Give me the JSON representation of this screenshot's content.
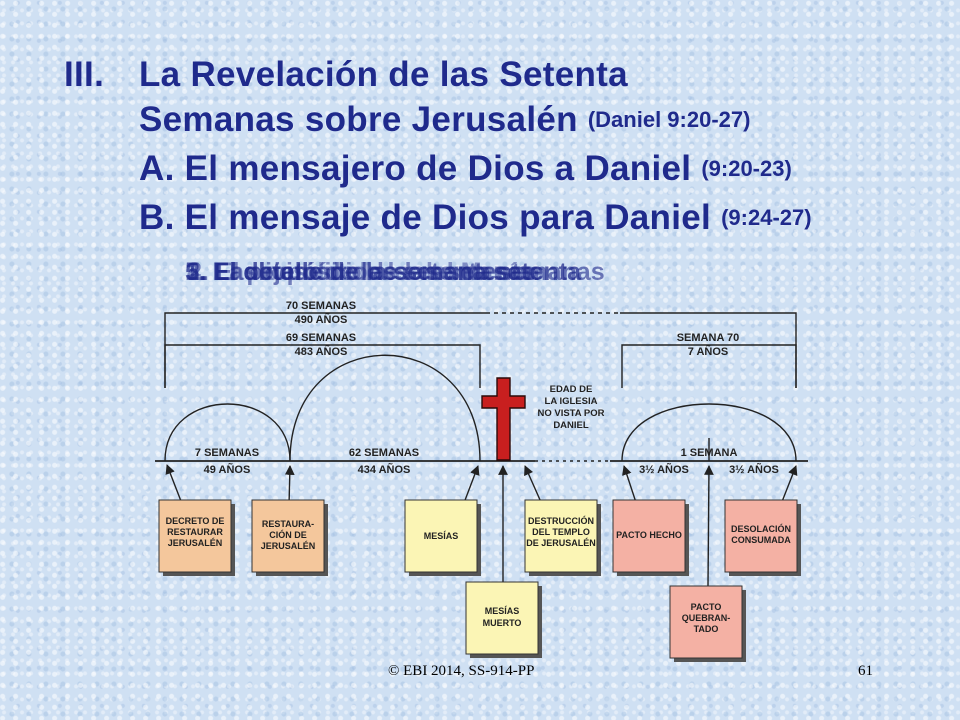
{
  "heading": {
    "roman": "III.",
    "line1": "La Revelación de las Setenta",
    "line2": "Semanas sobre Jerusalén",
    "line2_ref": "(Daniel 9:20-27)",
    "line3": "A. El mensajero de Dios a Daniel",
    "line3_ref": "(9:20-23)",
    "line4": "B. El mensaje de Dios para Daniel",
    "line4_ref": "(9:24-27)"
  },
  "overlay_items": [
    "1. El objeto de las setenta semanas",
    "2. El propósito de las setenta",
    "3. La división de las semanas",
    "4. Las condiciones del Mesías",
    "5. El detalle de la semana setenta"
  ],
  "diagram": {
    "label_70_weeks": "70 SEMANAS",
    "label_490": "490 AÑOS",
    "label_69_weeks": "69 SEMANAS",
    "label_483": "483 AÑOS",
    "label_week70": "SEMANA 70",
    "label_7years": "7 AÑOS",
    "church_age": [
      "EDAD DE",
      "LA IGLESIA",
      "NO VISTA POR",
      "DANIEL"
    ],
    "label_7_weeks": "7 SEMANAS",
    "label_49": "49 AÑOS",
    "label_62_weeks": "62 SEMANAS",
    "label_434": "434 AÑOS",
    "label_1_week": "1 SEMANA",
    "label_half_a": "3½ AÑOS",
    "label_half_b": "3½ AÑOS",
    "boxes": {
      "decree": [
        "DECRETO DE",
        "RESTAURAR",
        "JERUSALÉN"
      ],
      "restoration": [
        "RESTAURA-",
        "CIÓN DE",
        "JERUSALÉN"
      ],
      "messiah": [
        "MESÍAS"
      ],
      "messiah_dead": [
        "MESÍAS",
        "MUERTO"
      ],
      "destruction": [
        "DESTRUCCIÓN",
        "DEL TEMPLO",
        "DE JERUSALÉN"
      ],
      "covenant_made": [
        "PACTO HECHO"
      ],
      "covenant_broken": [
        "PACTO",
        "QUEBRAN-",
        "TADO"
      ],
      "desolation": [
        "DESOLACIÓN",
        "CONSUMADA"
      ]
    }
  },
  "footer": {
    "copyright": "© EBI 2014, SS-914-PP",
    "page": "61"
  },
  "colors": {
    "heading": "#1f2a8c",
    "cross": "#c81f1f",
    "box_decree": "#f4c79c",
    "box_restoration": "#f4c79c",
    "box_messiah": "#fbf5b5",
    "box_destruction": "#fbf5b5",
    "box_covenant": "#f4b1a4",
    "box_desolation": "#f4b1a4"
  }
}
